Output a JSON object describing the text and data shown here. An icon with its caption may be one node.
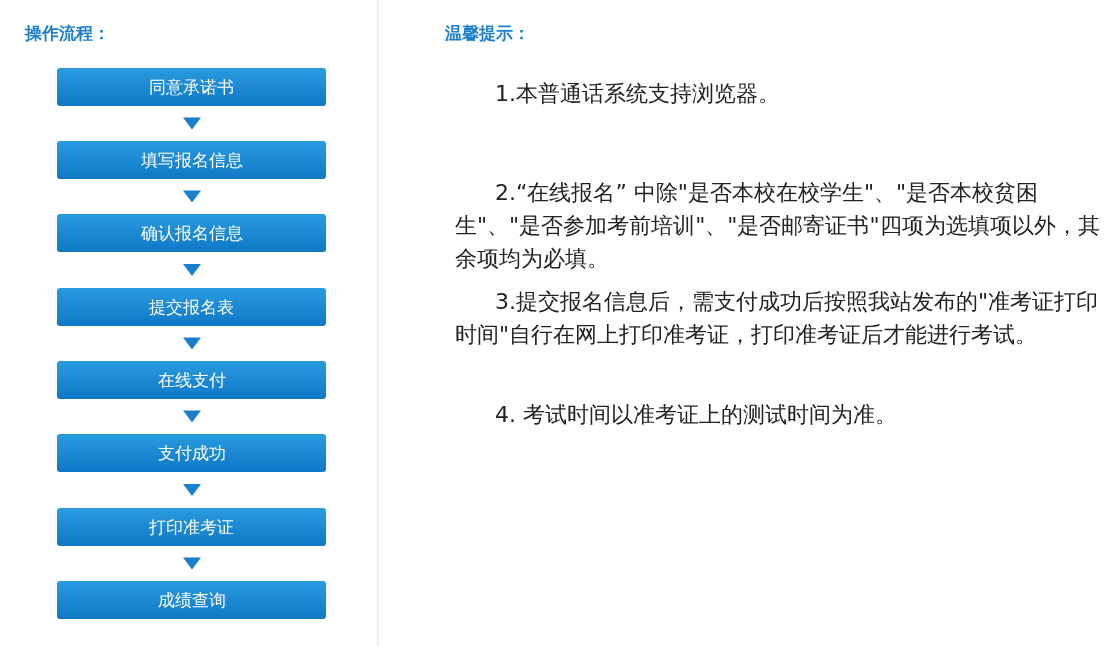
{
  "diagram": {
    "nodes": [
      {
        "text": [
          "同意承诺书"
        ]
      },
      {
        "text": [
          "填写报名信息"
        ]
      },
      {
        "text": [
          "确认报名信息"
        ]
      },
      {
        "text": [
          "提交报名表"
        ]
      },
      {
        "text": [
          "在线支付"
        ]
      },
      {
        "text": [
          "支付成功"
        ]
      },
      {
        "text": [
          "打印准考证"
        ]
      },
      {
        "text": [
          "成绩查询"
        ]
      }
    ],
    "edges": [
      {
        "from": 0,
        "to": 1,
        "arrow": "to"
      },
      {
        "from": 1,
        "to": 2,
        "arrow": "to"
      },
      {
        "from": 2,
        "to": 3,
        "arrow": "to"
      },
      {
        "from": 3,
        "to": 4,
        "arrow": "to"
      },
      {
        "from": 4,
        "to": 5,
        "arrow": "to"
      },
      {
        "from": 5,
        "to": 6,
        "arrow": "to"
      },
      {
        "from": 6,
        "to": 7,
        "arrow": "to"
      }
    ],
    "labels": [
      "操作流程：",
      "温馨提示：",
      "1.本普通话系统支持浏览器。",
      "2.“在线报名” 中除\"是否本校在校学生\"、\"是否本校贫困生\"、\"是否参加考前培训\"、\"是否邮寄证书\"四项为选填项以外，其余项均为必填。",
      "3.提交报名信息后，需支付成功后按照我站发布的\"准考证打印时间\"自行在网上打印准考证，打印准考证后才能进行考试。",
      "4. 考试时间以准考证上的测试时间为准。"
    ]
  }
}
